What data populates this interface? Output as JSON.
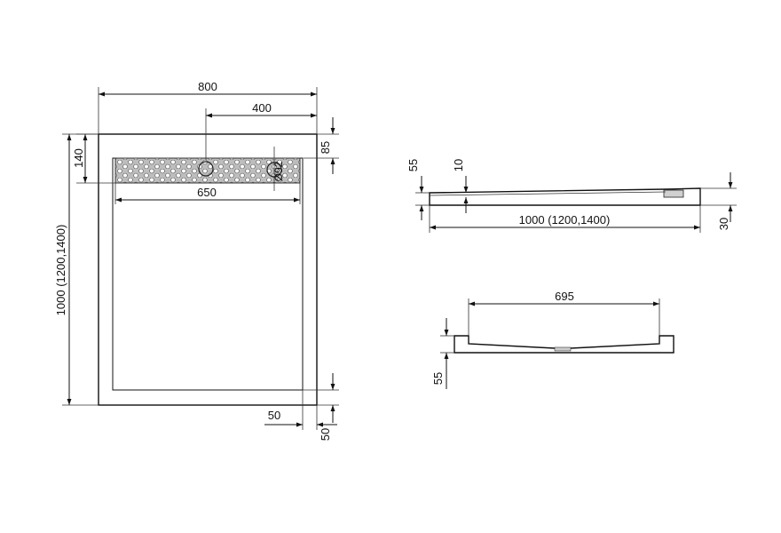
{
  "plan_view": {
    "width": "800",
    "grate_offset": "400",
    "top_border": "85",
    "grate_depth": "140",
    "grate_length": "650",
    "drain_diameter": "Ø92",
    "length": "1000 (1200,1400)",
    "side_border": "50",
    "bottom_border": "50"
  },
  "side_view": {
    "height": "55",
    "slope": "10",
    "length": "1000 (1200,1400)",
    "edge_height": "30"
  },
  "end_view": {
    "inner_width": "695",
    "height": "55"
  }
}
